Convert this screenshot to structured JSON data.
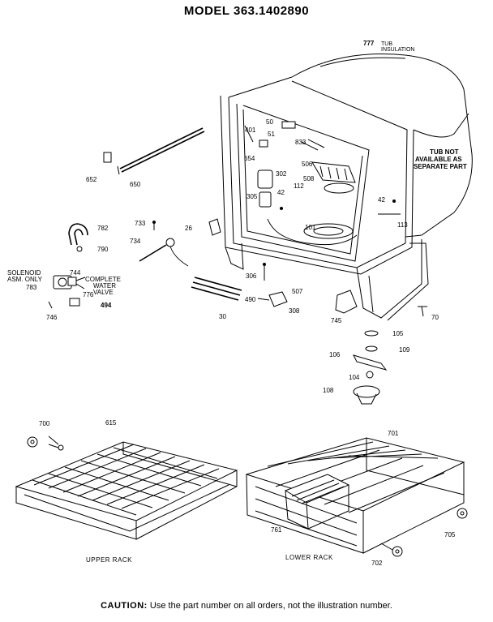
{
  "title": "MODEL 363.1402890",
  "notes": {
    "tub_insulation": [
      "TUB",
      "INSULATION"
    ],
    "tub_not_available": [
      "TUB NOT",
      "AVAILABLE AS",
      "SEPARATE PART"
    ],
    "solenoid": [
      "SOLENOID",
      "ASM. ONLY"
    ],
    "complete_valve": [
      "COMPLETE",
      "WATER",
      "VALVE"
    ]
  },
  "parts": {
    "p777": "777",
    "p50": "50",
    "p401": "401",
    "p51": "51",
    "p833": "833",
    "p654": "654",
    "p506": "506",
    "p302": "302",
    "p508": "508",
    "p112": "112",
    "p305": "305",
    "p42a": "42",
    "p42b": "42",
    "p652": "652",
    "p650": "650",
    "p782": "782",
    "p790": "790",
    "p733": "733",
    "p26": "26",
    "p734": "734",
    "p101": "101",
    "p113": "113",
    "p744": "744",
    "p783": "783",
    "p776": "776",
    "p494": "494",
    "p746": "746",
    "p306": "306",
    "p507": "507",
    "p490": "490",
    "p308": "308",
    "p30": "30",
    "p745": "745",
    "p70": "70",
    "p105": "105",
    "p109": "109",
    "p106": "106",
    "p104": "104",
    "p108": "108",
    "p700": "700",
    "p615": "615",
    "p701": "701",
    "p761": "761",
    "p705": "705",
    "p702": "702"
  },
  "captions": {
    "upper_rack": "UPPER RACK",
    "lower_rack": "LOWER RACK"
  },
  "footer": {
    "caution_label": "CAUTION:",
    "caution_text": " Use the part number on all orders, not the illustration number."
  }
}
